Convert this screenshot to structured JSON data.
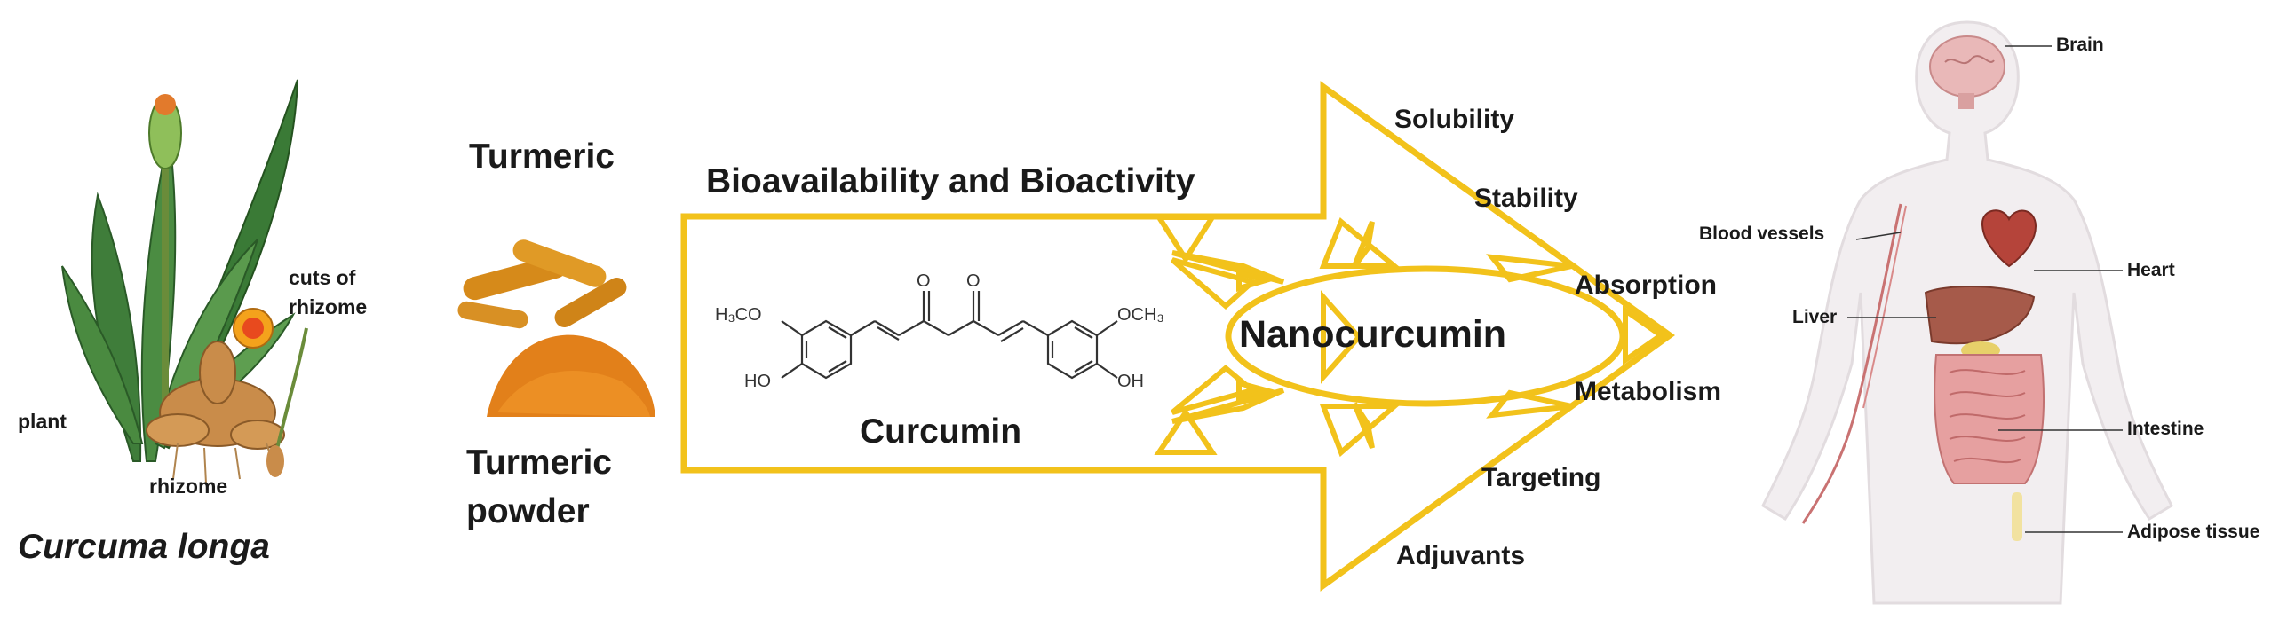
{
  "left": {
    "species": "Curcuma longa",
    "labels": {
      "plant": "plant",
      "rhizome": "rhizome",
      "cuts": [
        "cuts of",
        "rhizome"
      ]
    }
  },
  "turmeric": {
    "top": "Turmeric",
    "powder": [
      "Turmeric",
      "powder"
    ]
  },
  "arrow": {
    "heading": "Bioavailability and Bioactivity",
    "compound": "Curcumin",
    "center": "Nanocurcumin",
    "properties": [
      "Solubility",
      "Stability",
      "Absorption",
      "Metabolism",
      "Targeting",
      "Adjuvants"
    ],
    "color": "#f2c21b"
  },
  "chem": {
    "h3co": "H₃CO",
    "och3": "OCH₃",
    "ho": "HO",
    "oh": "OH",
    "o1": "O",
    "o2": "O"
  },
  "body": {
    "organs": [
      "Brain",
      "Blood vessels",
      "Heart",
      "Liver",
      "Intestine",
      "Adipose tissue"
    ]
  }
}
